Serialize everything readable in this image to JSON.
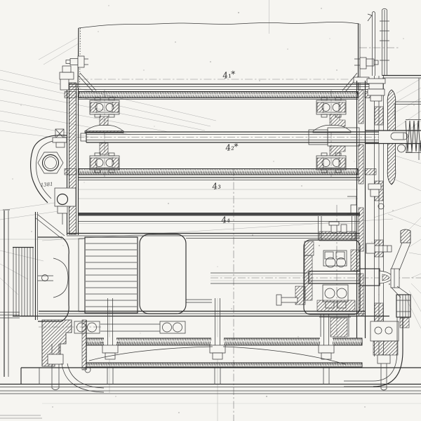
{
  "drawing": {
    "type": "mechanical-assembly-sectional-drawing",
    "paper_color": "#f6f5f1",
    "ink_color": "#2e2e2e",
    "labels": {
      "roller1": "4₁*",
      "roller2": "4₂*",
      "roller3": "4₃",
      "roller4": "4₄",
      "part_note": "1381"
    }
  }
}
